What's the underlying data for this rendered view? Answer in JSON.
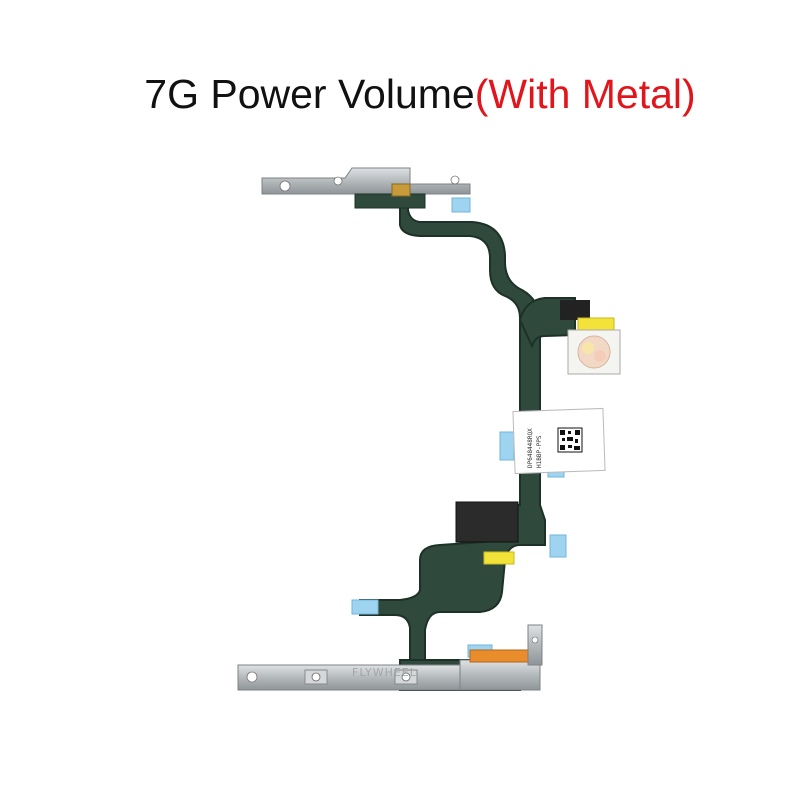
{
  "title": {
    "main": "7G Power Volume",
    "accent": "(With Metal)"
  },
  "photo": {
    "watermark": "FLYWHEEL",
    "label_line1": "DP648448RQX",
    "label_line2": "H1BBP-PPS",
    "colors": {
      "flex": "#2f4a3c",
      "flex_edge": "#1d3128",
      "metal": "#b7bcbf",
      "adhesive_blue": "#9fd4f0",
      "tape_yellow": "#f2e23a",
      "title_accent": "#e0161c"
    }
  }
}
